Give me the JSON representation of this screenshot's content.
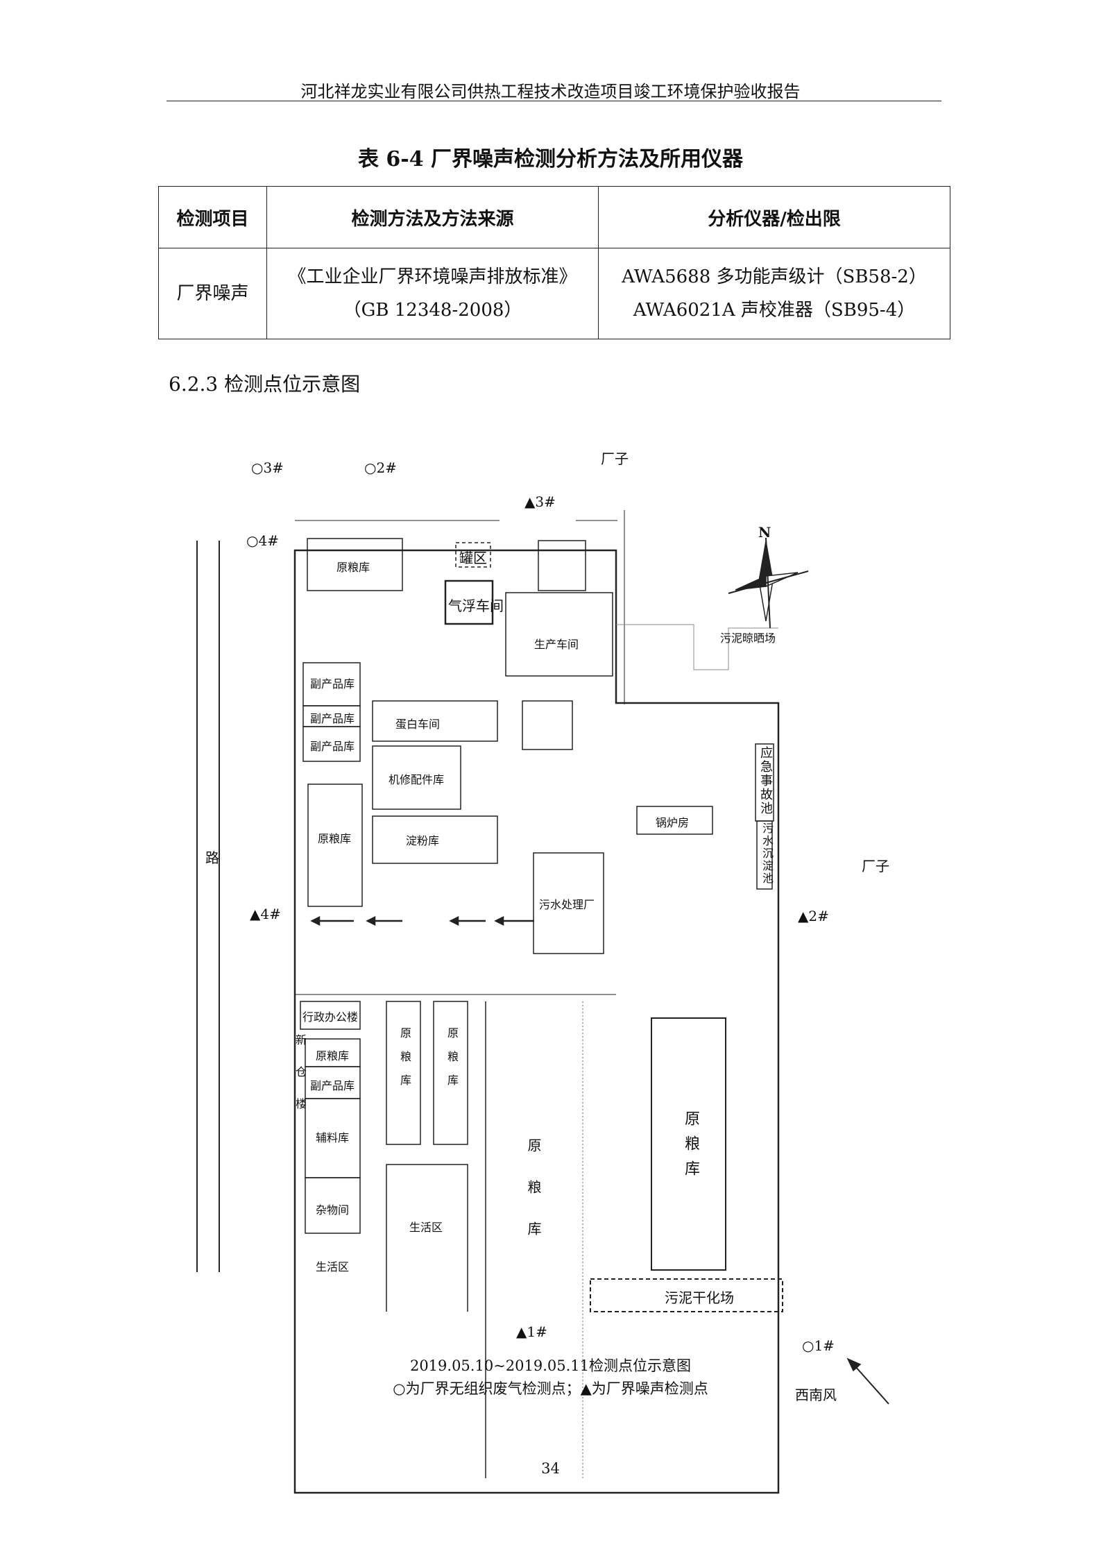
{
  "header": {
    "title": "河北祥龙实业有限公司供热工程技术改造项目竣工环境保护验收报告"
  },
  "table": {
    "title": "表 6-4    厂界噪声检测分析方法及所用仪器",
    "headers": [
      "检测项目",
      "检测方法及方法来源",
      "分析仪器/检出限"
    ],
    "rows": [
      {
        "item": "厂界噪声",
        "method": [
          "《工业企业厂界环境噪声排放标准》",
          "（GB 12348-2008）"
        ],
        "instrument": [
          "AWA5688 多功能声级计（SB58-2）",
          "AWA6021A 声校准器（SB95-4）"
        ]
      }
    ]
  },
  "section": {
    "heading": "6.2.3  检测点位示意图"
  },
  "diagram": {
    "points": {
      "gas": [
        "○3#",
        "○2#",
        "○4#",
        "○1#"
      ],
      "noise": [
        "▲3#",
        "▲4#",
        "▲2#",
        "▲1#"
      ]
    },
    "neighbors": [
      "厂子",
      "厂子"
    ],
    "road": "路",
    "compass": "N",
    "wind": "西南风",
    "buildings": {
      "raw_top": "原粮库",
      "tank": "罐区",
      "flotation": "气浮车间",
      "production": "生产车间",
      "by1": "副产品库",
      "by2": "副产品库",
      "by3": "副产品库",
      "protein": "蛋白车间",
      "repair": "机修配件库",
      "starch": "淀粉库",
      "raw_mid": "原粮库",
      "boiler": "锅炉房",
      "emergency": "应急事故池",
      "settle": "污水沉淀池",
      "sewage": "污水处理厂",
      "sludge_dry_top": "污泥晾晒场",
      "office": "行政办公楼",
      "raw_l1": "原粮库",
      "by_l": "副产品库",
      "aux": "辅料库",
      "misc": "杂物间",
      "life1": "生活区",
      "raw_c1": "原粮库",
      "raw_c2": "原粮库",
      "life2": "生活区",
      "raw_big1": "原粮库",
      "raw_big2": "原粮库",
      "sludge": "污泥干化场",
      "old": "新仓楼"
    },
    "caption": "2019.05.10~2019.05.11检测点位示意图",
    "legend": "○为厂界无组织废气检测点；▲为厂界噪声检测点"
  },
  "page_number": "34"
}
